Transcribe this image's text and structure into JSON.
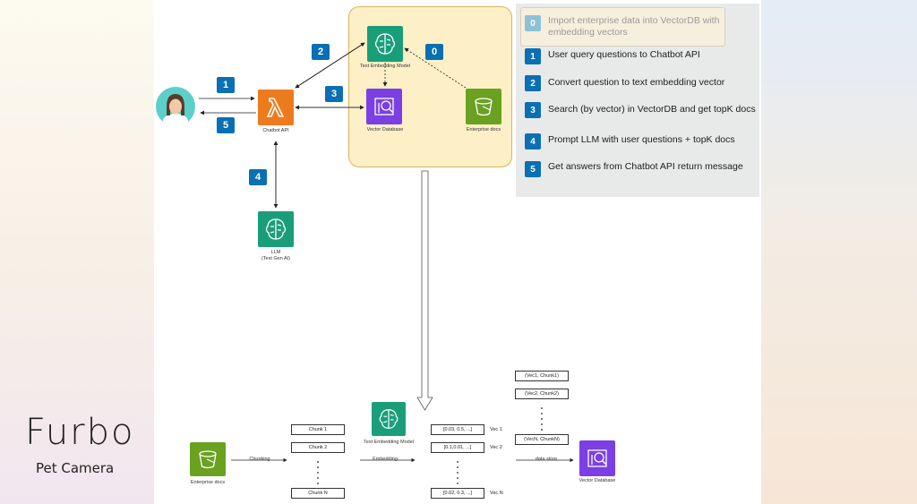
{
  "brand": {
    "name": "Furbo",
    "subtitle": "Pet Camera"
  },
  "diagram": {
    "badges": {
      "b0": "0",
      "b1": "1",
      "b2": "2",
      "b3": "3",
      "b4": "4",
      "b5": "5"
    },
    "labels": {
      "text_embedding_model": "Text Embedding Model",
      "vector_database": "Vector Database",
      "enterprise_docs": "Enterprise docs",
      "chatbot_api": "Chatbot API",
      "llm_line1": "LLM",
      "llm_line2": "(Text Gen AI)"
    },
    "pipeline": {
      "enterprise_docs": "Enterprise docs",
      "chunking": "Chunking",
      "chunks": [
        "Chunk 1",
        "Chunk 2",
        "Chunk N"
      ],
      "text_embedding_model": "Text Embedding Model",
      "embedding": "Embedding",
      "vectors": [
        "[0.03, 0.5, ...]",
        "[0.1,0.01, ...]",
        "[0.02, 0.3, ...]"
      ],
      "vec_labels": [
        "Vec 1",
        "Vec 2",
        "Vec N"
      ],
      "data_store": "data store",
      "pairs": [
        "(Vec1, Chunk1)",
        "(Vec2, Chunk2)",
        "(VecN, ChunkN)"
      ],
      "vector_database": "Vector Database"
    }
  },
  "steps": [
    {
      "num": "0",
      "text": "Import enterprise data into VectorDB with embedding vectors"
    },
    {
      "num": "1",
      "text": "User query questions to Chatbot API"
    },
    {
      "num": "2",
      "text": "Convert question to text embedding vector"
    },
    {
      "num": "3",
      "text": "Search (by vector) in VectorDB and get topK docs"
    },
    {
      "num": "4",
      "text": "Prompt LLM with user questions + topK docs"
    },
    {
      "num": "5",
      "text": "Get answers from Chatbot API return message"
    }
  ],
  "colors": {
    "badge": "#0b6fb3",
    "ml_green": "#1a9e79",
    "lambda_orange": "#ee7a1e",
    "db_purple": "#7b3fe4",
    "s3_green": "#6aa121",
    "region_fill": "#fdf0c6"
  }
}
